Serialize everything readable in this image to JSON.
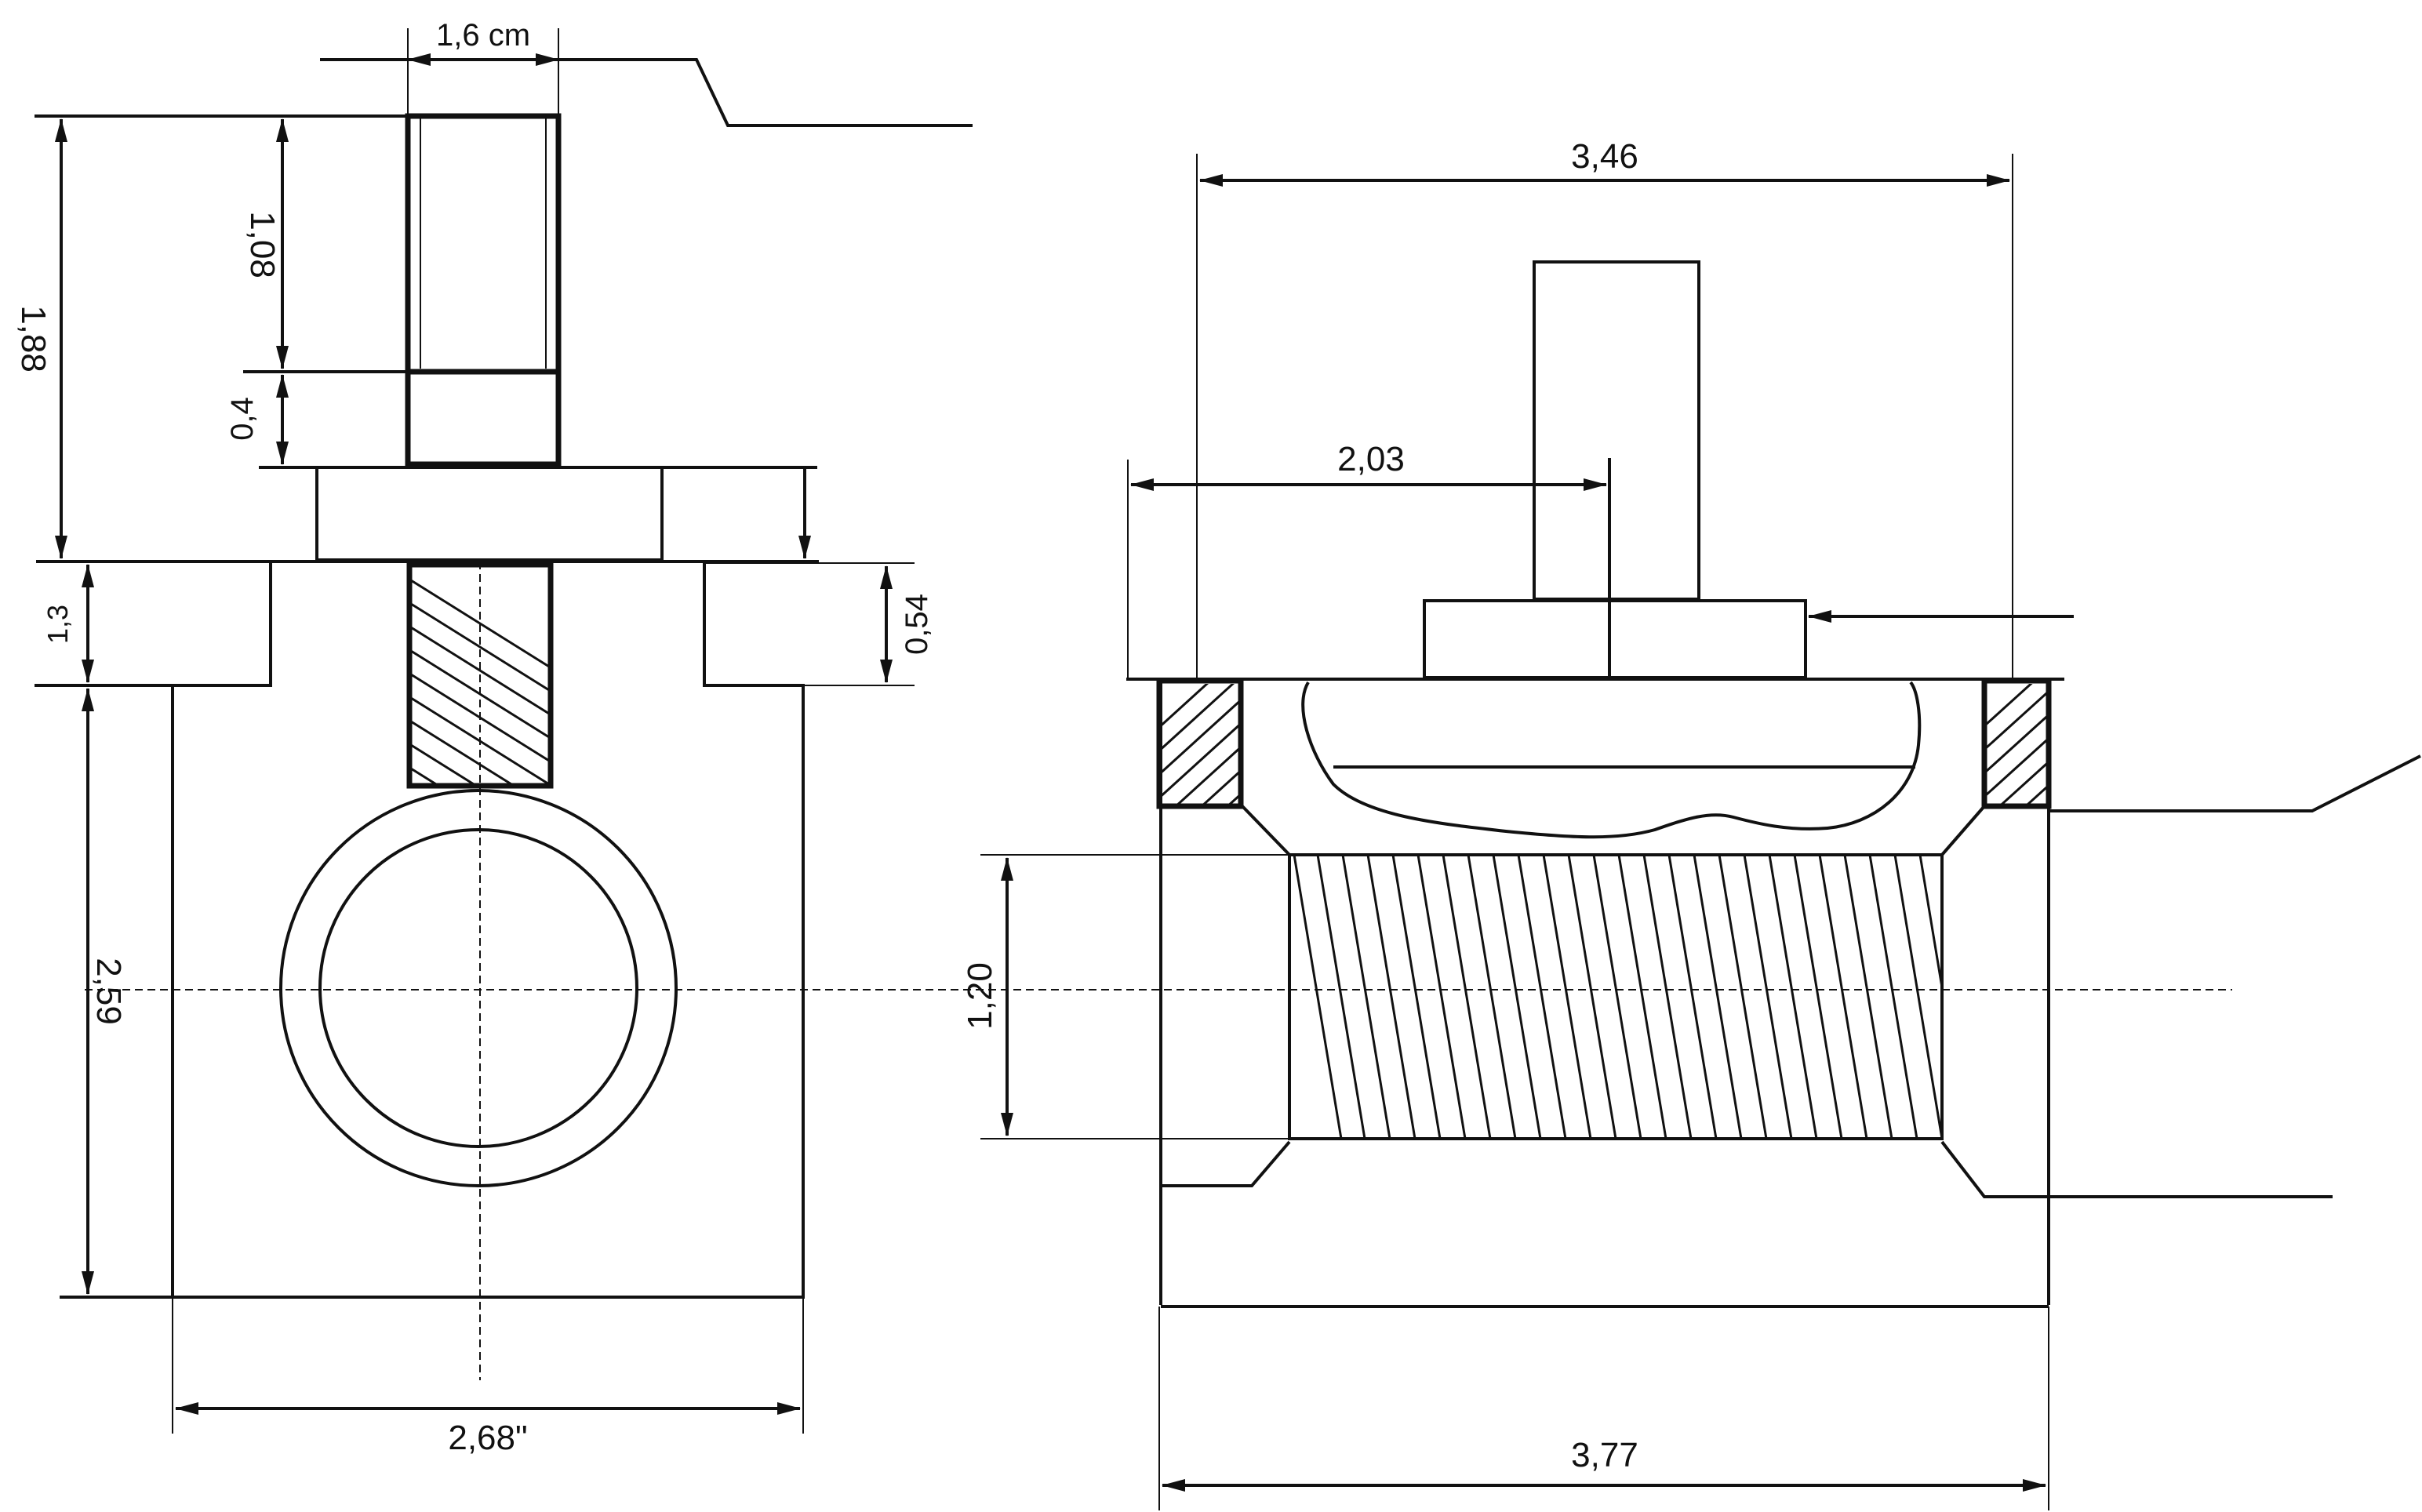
{
  "drawing": {
    "colors": {
      "line": "#111111",
      "background": "#ffffff"
    },
    "dimensions": {
      "d_1_6": "1,6 cm",
      "d_1_08": "1,08",
      "d_1_88": "1,88",
      "d_0_4": "0,4",
      "d_1_3": "1,3",
      "d_0_54": "0,54",
      "d_2_59": "2,59",
      "d_2_68": "2,68\"",
      "d_3_46": "3,46",
      "d_2_03": "2,03",
      "d_1_20": "1,20",
      "d_3_77": "3,77"
    }
  }
}
